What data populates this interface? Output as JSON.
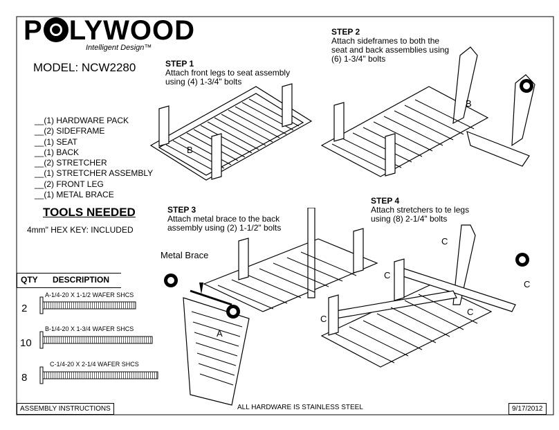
{
  "brand": {
    "name_left": "P",
    "name_right": "LYWOOD",
    "tagline": "Intelligent Design™"
  },
  "model": "MODEL: NCW2280",
  "parts": [
    "__(1) HARDWARE PACK",
    "__(2) SIDEFRAME",
    "__(1) SEAT",
    "__(1) BACK",
    "__(2) STRETCHER",
    "__(1) STRETCHER ASSEMBLY",
    "__(2) FRONT LEG",
    "__(1) METAL BRACE"
  ],
  "tools": {
    "title": "TOOLS NEEDED",
    "item": "4mm\" HEX KEY: INCLUDED"
  },
  "steps": [
    {
      "title": "STEP 1",
      "lines": [
        "Attach front legs to seat assembly",
        "using (4) 1-3/4\" bolts"
      ]
    },
    {
      "title": "STEP 2",
      "lines": [
        "Attach sideframes to both the",
        "seat and back assemblies using",
        "(6) 1-3/4\" bolts"
      ]
    },
    {
      "title": "STEP 3",
      "lines": [
        "Attach metal brace to the back",
        "assembly using (2) 1-1/2\" bolts"
      ]
    },
    {
      "title": "STEP 4",
      "lines": [
        "Attach stretchers to te legs",
        "using (8) 2-1/4\" bolts"
      ]
    }
  ],
  "labels": {
    "metal_brace": "Metal Brace",
    "a": "A",
    "b": "B",
    "c": "C"
  },
  "hardware": {
    "qty_header": "QTY",
    "desc_header": "DESCRIPTION",
    "items": [
      {
        "qty": "2",
        "name": "A-1/4-20 X 1-1/2 WAFER SHCS"
      },
      {
        "qty": "10",
        "name": "B-1/4-20 X 1-3/4 WAFER SHCS"
      },
      {
        "qty": "8",
        "name": "C-1/4-20 X 2-1/4 WAFER SHCS"
      }
    ]
  },
  "footer": {
    "left": "ASSEMBLY INSTRUCTIONS",
    "center": "ALL HARDWARE IS STAINLESS STEEL",
    "date": "9/17/2012"
  }
}
